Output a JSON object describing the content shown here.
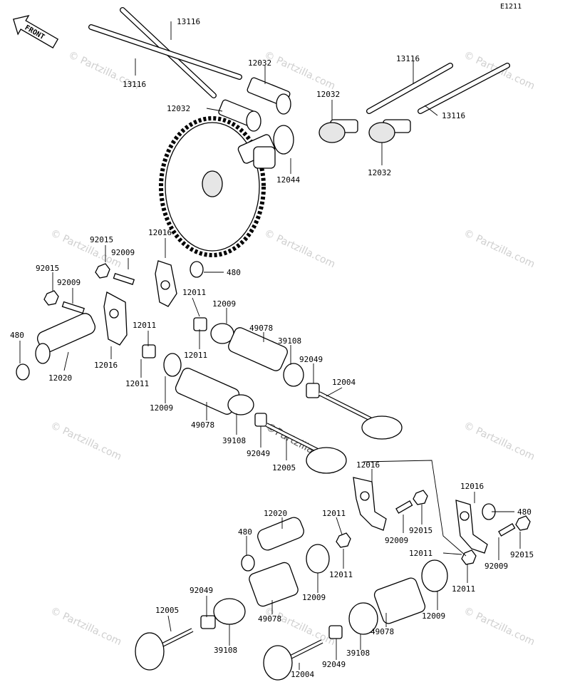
{
  "diagram_code": "E1211",
  "front_label": "FRONT",
  "watermark": "© Partzilla.com",
  "watermark_main": "©Partzilla.com",
  "labels": {
    "l_13116_a": "13116",
    "l_13116_b": "13116",
    "l_13116_c": "13116",
    "l_13116_d": "13116",
    "l_12032_a": "12032",
    "l_12032_b": "12032",
    "l_12032_c": "12032",
    "l_12032_d": "12032",
    "l_12044": "12044",
    "l_92015_a": "92015",
    "l_12016_a": "12016",
    "l_92009_a": "92009",
    "l_480_a": "480",
    "l_92015_b": "92015",
    "l_92009_b": "92009",
    "l_12011_a": "12011",
    "l_12009_a": "12009",
    "l_49078_a": "49078",
    "l_39108_a": "39108",
    "l_12011_b": "12011",
    "l_12011_c": "12011",
    "l_480_b": "480",
    "l_92049_a": "92049",
    "l_12004_a": "12004",
    "l_12016_b": "12016",
    "l_12020_a": "12020",
    "l_12011_d": "12011",
    "l_12009_b": "12009",
    "l_49078_b": "49078",
    "l_39108_b": "39108",
    "l_92049_b": "92049",
    "l_12005_a": "12005",
    "l_12016_c": "12016",
    "l_12016_d": "12016",
    "l_12020_b": "12020",
    "l_12011_e": "12011",
    "l_480_c": "480",
    "l_480_d": "480",
    "l_92009_c": "92009",
    "l_92015_c": "92015",
    "l_92015_d": "92015",
    "l_92009_d": "92009",
    "l_12011_f": "12011",
    "l_12011_g": "12011",
    "l_12011_h": "12011",
    "l_12009_c": "12009",
    "l_12009_d": "12009",
    "l_92049_c": "92049",
    "l_12005_b": "12005",
    "l_49078_c": "49078",
    "l_49078_d": "49078",
    "l_39108_c": "39108",
    "l_39108_d": "39108",
    "l_92049_d": "92049",
    "l_12004_b": "12004"
  }
}
